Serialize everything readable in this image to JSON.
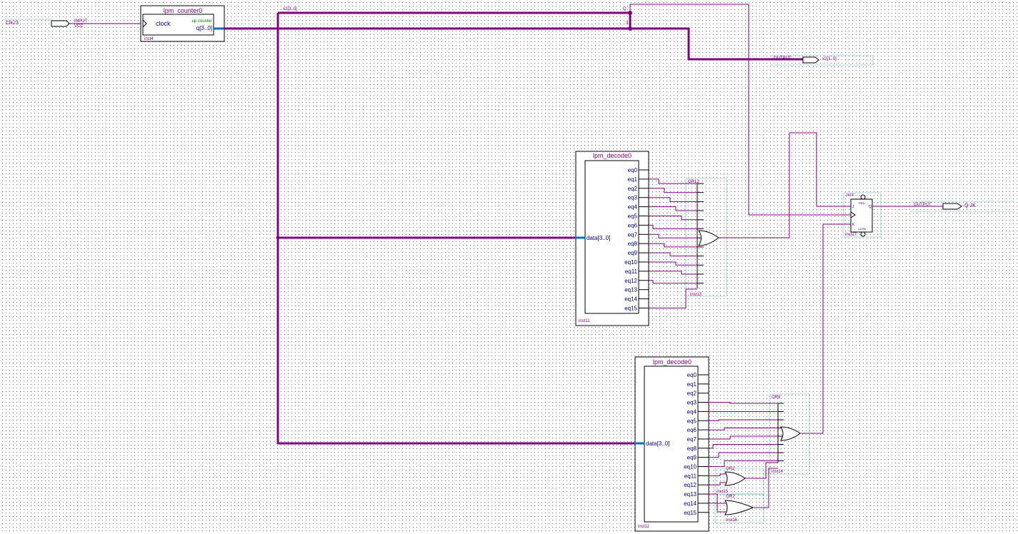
{
  "colors": {
    "wire": "#800080",
    "bus": "#800080",
    "symbol": "#000000",
    "pin_text": "#000080",
    "port_line": "#0070c0",
    "inst_text": "#800080",
    "name_text": "#800080",
    "up_text": "#008000"
  },
  "inputs": {
    "clk_pin": "Clk23",
    "clk_type": "INPUT",
    "clk_vcc": "VCC"
  },
  "counter": {
    "title": "lpm_counter0",
    "clock": "clock",
    "up": "up counter",
    "q": "q[3..0]",
    "inst": "inst4"
  },
  "bus_labels": {
    "top": "x2[3..0]",
    "q": "Q",
    "out": "x2[3..0]",
    "out_type": "OUTPUT"
  },
  "decoder_a": {
    "title": "lpm_decode0",
    "data": "data[3..0]",
    "inst": "inst11",
    "outputs": [
      "eq0",
      "eq1",
      "eq2",
      "eq3",
      "eq4",
      "eq5",
      "eq6",
      "eq7",
      "eq8",
      "eq9",
      "eq10",
      "eq11",
      "eq12",
      "eq13",
      "eq14",
      "eq15"
    ]
  },
  "decoder_b": {
    "title": "lpm_decode0",
    "data": "data[3..0]",
    "inst": "inst12",
    "outputs": [
      "eq0",
      "eq1",
      "eq2",
      "eq3",
      "eq4",
      "eq5",
      "eq6",
      "eq7",
      "eq8",
      "eq9",
      "eq10",
      "eq11",
      "eq12",
      "eq13",
      "eq14",
      "eq15"
    ]
  },
  "gates": {
    "or_a_type": "OR12",
    "or_a_inst": "inst13",
    "or_b_type": "OR8",
    "or_b_inst": "inst14",
    "or2_a_type": "OR2",
    "or2_a_inst": "inst15",
    "or2_b_type": "OR2",
    "or2_b_inst": "inst16"
  },
  "jkff": {
    "type": "JKFF",
    "prn": "PRN",
    "q": "Q",
    "j": "J",
    "k": "K",
    "clrn": "CLRN",
    "inst": "inst17"
  },
  "output": {
    "type": "OUTPUT",
    "name": "Q-JK"
  }
}
